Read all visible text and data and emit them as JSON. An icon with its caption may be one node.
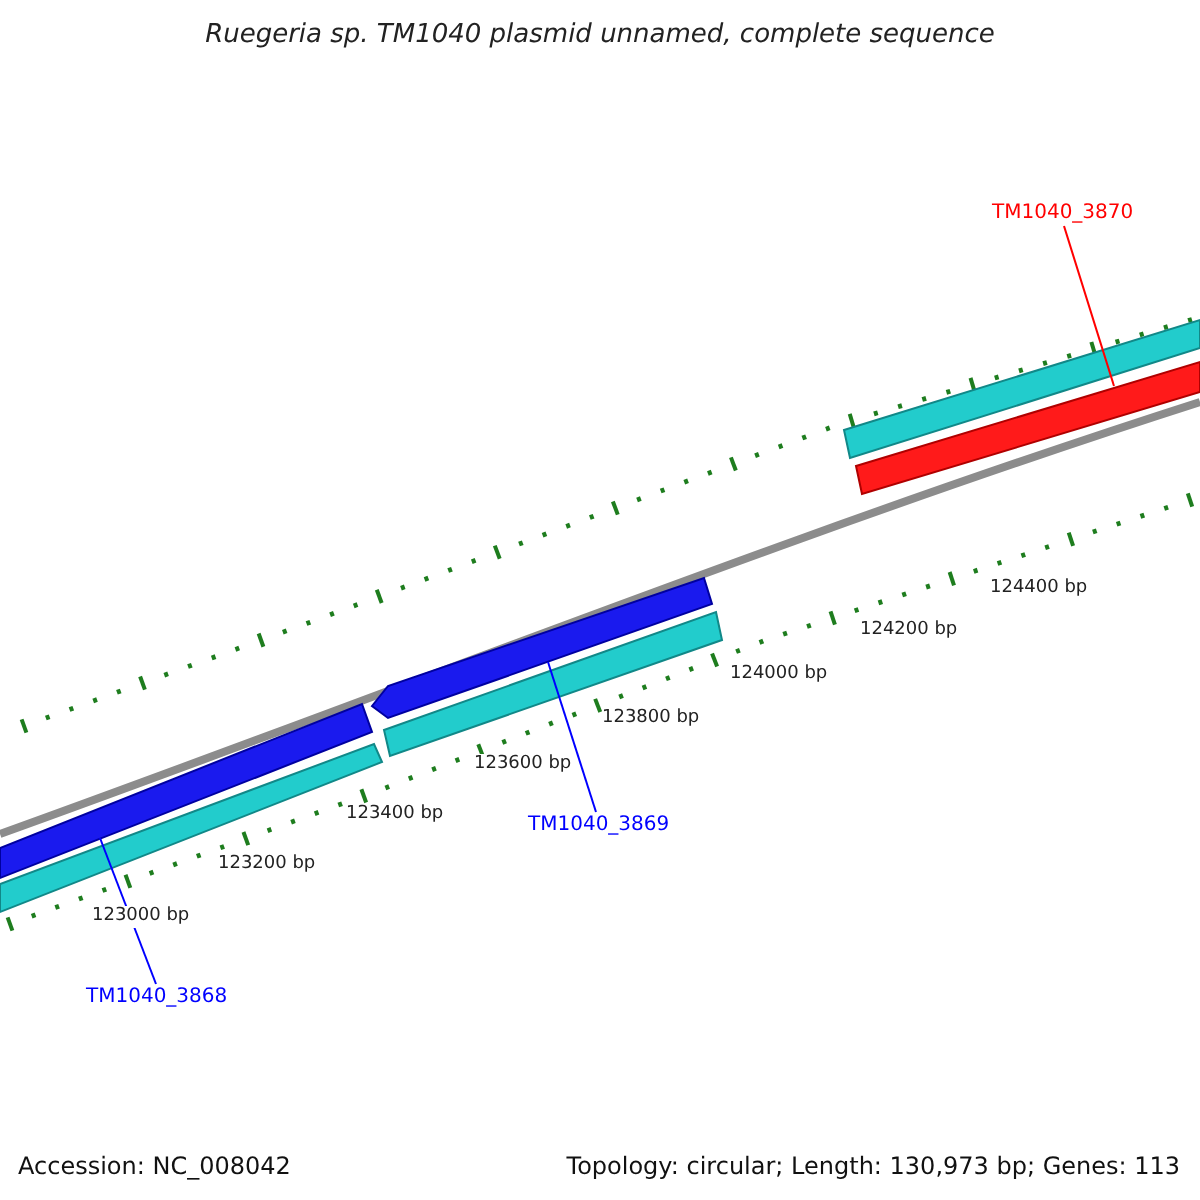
{
  "diagram": {
    "title": "Ruegeria sp. TM1040 plasmid unnamed, complete sequence",
    "nodes": [
      {
        "text": [
          "TM1040_3870"
        ]
      },
      {
        "text": [],
        "shape": "bar"
      },
      {
        "text": [],
        "shape": "bar"
      },
      {
        "text": [
          "TM1040_3869"
        ]
      },
      {
        "text": [],
        "shape": "bar"
      },
      {
        "text": [
          "TM1040_3868"
        ]
      }
    ],
    "edges": [
      {
        "from": 0,
        "to": 1,
        "arrow": "none",
        "color": "#ff0000"
      },
      {
        "from": 3,
        "to": 2,
        "arrow": "none"
      },
      {
        "from": 5,
        "to": 4,
        "arrow": "none"
      }
    ],
    "labels": [
      "124400 bp",
      "124200 bp",
      "124000 bp",
      "123800 bp",
      "123600 bp",
      "123400 bp",
      "123200 bp",
      "123000 bp",
      "Accession: NC_008042",
      "Topology: circular; Length: 130,973 bp; Genes: 113"
    ]
  }
}
